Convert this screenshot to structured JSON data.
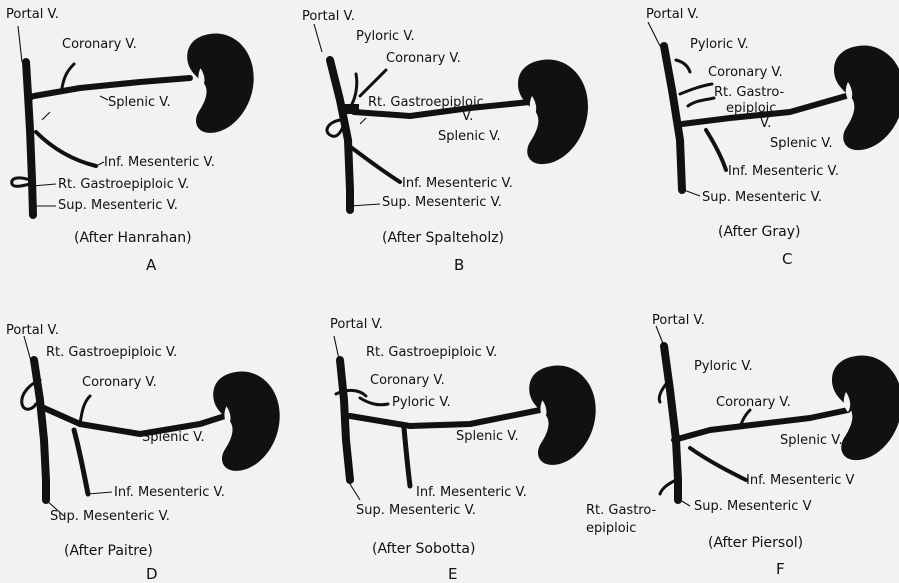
{
  "diagram": {
    "panels": [
      {
        "id": "A",
        "labels": {
          "portal": "Portal V.",
          "coronary": "Coronary V.",
          "splenic": "Splenic V.",
          "inf_mes": "Inf. Mesenteric V.",
          "rt_gastro": "Rt. Gastroepiploic V.",
          "sup_mes": "Sup. Mesenteric V."
        },
        "caption": "(After Hanrahan)",
        "letter": "A"
      },
      {
        "id": "B",
        "labels": {
          "portal": "Portal V.",
          "pyloric": "Pyloric V.",
          "coronary": "Coronary V.",
          "rt_gastro": "Rt. Gastroepiploic",
          "v": "V.",
          "splenic": "Splenic V.",
          "inf_mes": "Inf. Mesenteric V.",
          "sup_mes": "Sup. Mesenteric V."
        },
        "caption": "(After Spalteholz)",
        "letter": "B"
      },
      {
        "id": "C",
        "labels": {
          "portal": "Portal V.",
          "pyloric": "Pyloric V.",
          "coronary": "Coronary V.",
          "rt_gastro_1": "Rt. Gastro-",
          "rt_gastro_2": "epiploic",
          "v": "V.",
          "splenic": "Splenic V.",
          "inf_mes": "Inf. Mesenteric V.",
          "sup_mes": "Sup. Mesenteric V."
        },
        "caption": "(After Gray)",
        "letter": "C"
      },
      {
        "id": "D",
        "labels": {
          "portal": "Portal V.",
          "rt_gastro": "Rt. Gastroepiploic V.",
          "coronary": "Coronary V.",
          "splenic": "Splenic V.",
          "inf_mes": "Inf. Mesenteric V.",
          "sup_mes": "Sup. Mesenteric V."
        },
        "caption": "(After Paitre)",
        "letter": "D"
      },
      {
        "id": "E",
        "labels": {
          "portal": "Portal V.",
          "rt_gastro": "Rt. Gastroepiploic V.",
          "coronary": "Coronary V.",
          "pyloric": "Pyloric V.",
          "splenic": "Splenic V.",
          "inf_mes": "Inf. Mesenteric V.",
          "sup_mes": "Sup. Mesenteric V."
        },
        "caption": "(After Sobotta)",
        "letter": "E"
      },
      {
        "id": "F",
        "labels": {
          "portal": "Portal V.",
          "pyloric": "Pyloric V.",
          "coronary": "Coronary V.",
          "splenic": "Splenic V.",
          "inf_mes": "Inf. Mesenteric V",
          "sup_mes": "Sup. Mesenteric V",
          "rt_gastro_1": "Rt. Gastro-",
          "rt_gastro_2": "epiploic"
        },
        "caption": "(After Piersol)",
        "letter": "F"
      }
    ]
  }
}
